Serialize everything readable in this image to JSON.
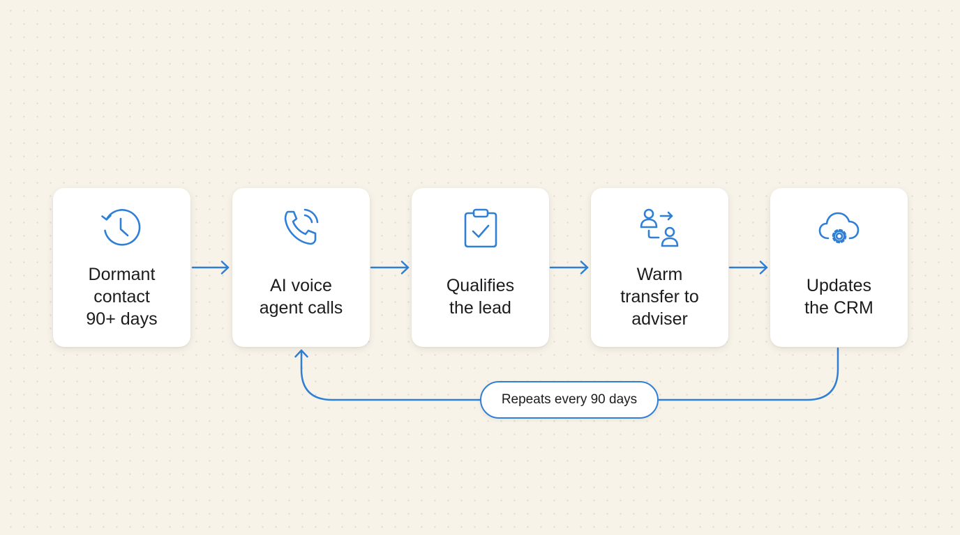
{
  "colors": {
    "accent": "#2f7fd6",
    "background": "#f7f3e9",
    "card": "#ffffff",
    "text": "#1c1c1e"
  },
  "steps": [
    {
      "label": "Dormant\ncontact\n90+ days",
      "icon": "clock-history-icon"
    },
    {
      "label": "AI voice\nagent calls",
      "icon": "phone-call-icon"
    },
    {
      "label": "Qualifies\nthe lead",
      "icon": "clipboard-check-icon"
    },
    {
      "label": "Warm\ntransfer to\nadviser",
      "icon": "user-transfer-icon"
    },
    {
      "label": "Updates\nthe CRM",
      "icon": "cloud-gear-icon"
    }
  ],
  "loop": {
    "label": "Repeats every 90 days",
    "from_step": 5,
    "to_step": 2
  }
}
